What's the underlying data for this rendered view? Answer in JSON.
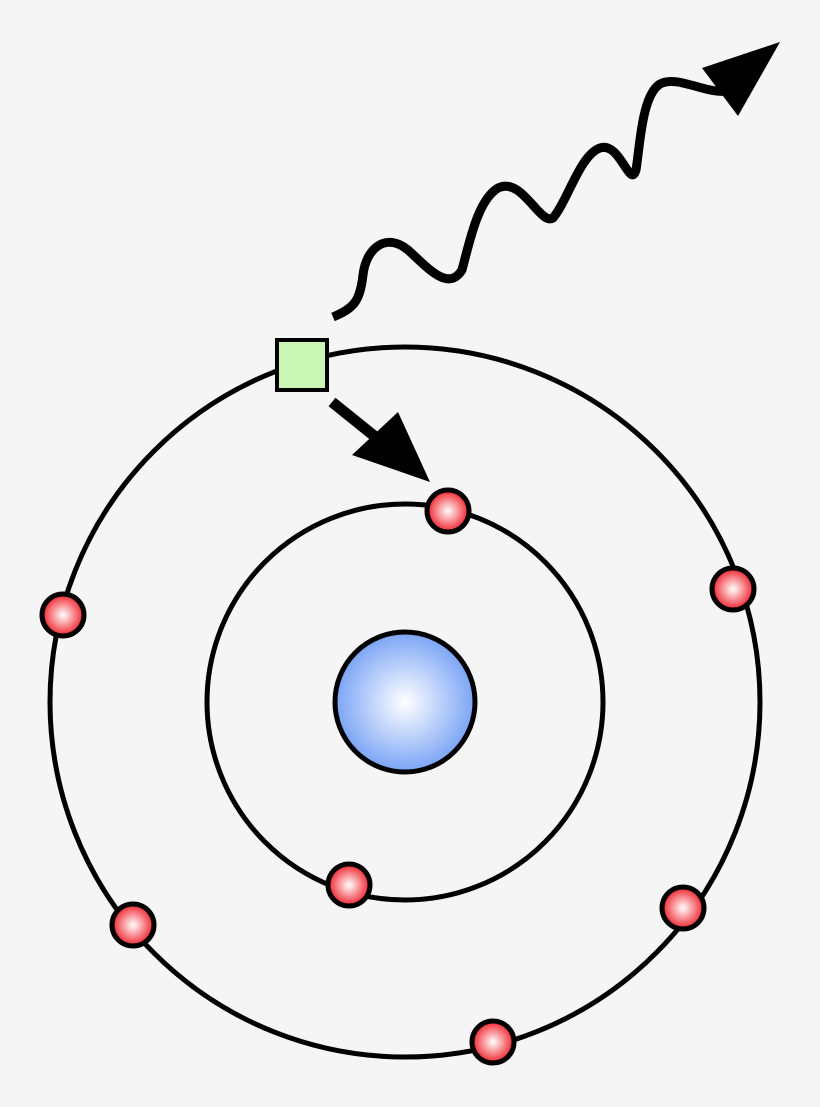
{
  "colors": {
    "background": "#f5f5f5",
    "outline": "#000000",
    "nucleus_center": "#ffffff",
    "nucleus_edge": "#7aa4f5",
    "electron_center": "#ffffff",
    "electron_edge": "#f0202a",
    "vacancy_fill": "#c9f5b5"
  },
  "diagram": {
    "nucleus": {
      "shape": "circle"
    },
    "shells": [
      {
        "name": "inner",
        "electron_count": 2
      },
      {
        "name": "outer",
        "electron_count": 5,
        "vacancies": 1
      }
    ],
    "arrows": [
      {
        "kind": "transition",
        "from": "outer-shell-vacancy",
        "to": "inner-shell-electron",
        "style": "straight"
      },
      {
        "kind": "emitted-photon",
        "style": "wavy"
      }
    ]
  }
}
